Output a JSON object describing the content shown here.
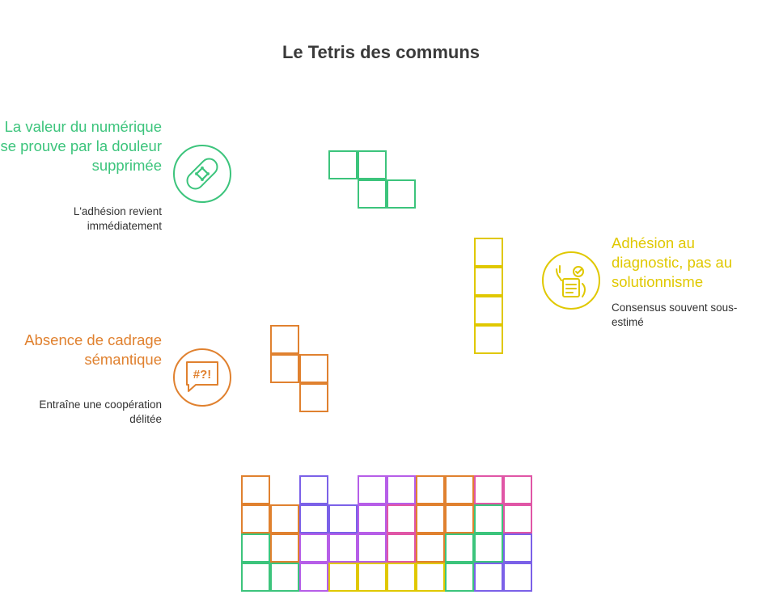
{
  "title": "Le Tetris des communs",
  "colors": {
    "green": "#3cc47c",
    "orange": "#e0812f",
    "yellow": "#e0c800",
    "blue": "#7b61e8",
    "purple": "#b65ee8",
    "pink": "#e056a6"
  },
  "items": [
    {
      "heading": "La valeur du numérique se prouve par la douleur supprimée",
      "description": "L'adhésion revient immédiatement",
      "icon": "bandage-icon",
      "color": "green"
    },
    {
      "heading": "Adhésion au diagnostic, pas au solutionnisme",
      "description": "Consensus souvent sous-estimé",
      "icon": "checklist-hands-icon",
      "color": "yellow"
    },
    {
      "heading": "Absence de cadrage sémantique",
      "description": "Entraîne une coopération délitée",
      "icon": "speech-bubble-symbols-icon",
      "color": "orange"
    }
  ],
  "icon_glyph": "#?!",
  "stack_grid": [
    [
      "orange",
      null,
      "blue",
      null,
      "purple",
      "purple",
      "orange",
      "orange",
      "pink",
      "pink"
    ],
    [
      "orange",
      "orange",
      "blue",
      "blue",
      "purple",
      "pink",
      "orange",
      "orange",
      "green",
      "pink"
    ],
    [
      "green",
      "orange",
      "purple",
      "purple",
      "purple",
      "pink",
      "orange",
      "green",
      "green",
      "blue"
    ],
    [
      "green",
      "green",
      "purple",
      "yellow",
      "yellow",
      "yellow",
      "yellow",
      "green",
      "blue",
      "blue"
    ]
  ]
}
